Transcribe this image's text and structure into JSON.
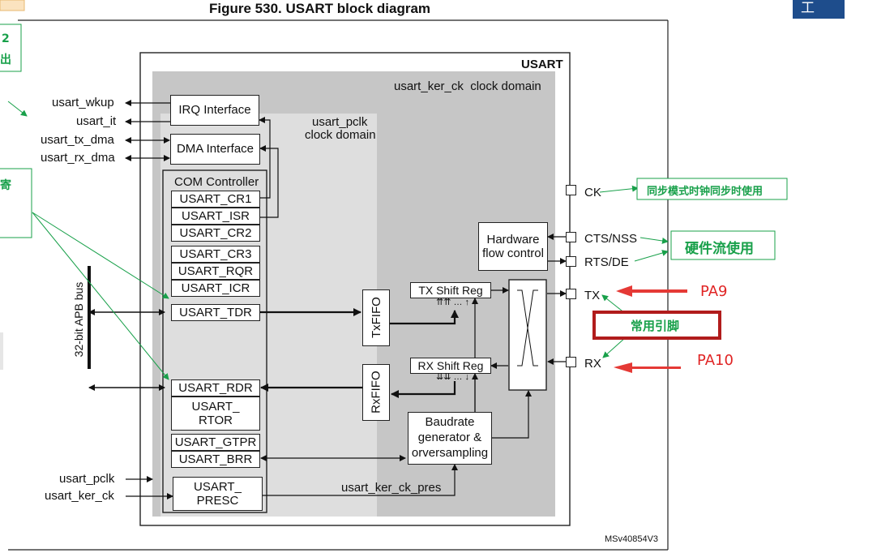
{
  "figure": {
    "title": "Figure 530. USART block diagram",
    "block_title": "USART",
    "ker_domain": "usart_ker_ck  clock domain",
    "pclk_domain_1": "usart_pclk",
    "pclk_domain_2": "clock domain",
    "ref_code": "MSv40854V3",
    "bus_label": "32-bit APB bus"
  },
  "signals": {
    "wkup": "usart_wkup",
    "it": "usart_it",
    "tx_dma": "usart_tx_dma",
    "rx_dma": "usart_rx_dma",
    "pclk": "usart_pclk",
    "ker_ck": "usart_ker_ck",
    "ker_ck_pres": "usart_ker_ck_pres"
  },
  "blocks": {
    "irq": "IRQ Interface",
    "dma": "DMA Interface",
    "com": "COM Controller",
    "cr1": "USART_CR1",
    "isr": "USART_ISR",
    "cr2": "USART_CR2",
    "cr3": "USART_CR3",
    "rqr": "USART_RQR",
    "icr": "USART_ICR",
    "tdr": "USART_TDR",
    "rdr": "USART_RDR",
    "rtor_1": "USART_",
    "rtor_2": "RTOR",
    "gtpr": "USART_GTPR",
    "brr": "USART_BRR",
    "presc_1": "USART_",
    "presc_2": "PRESC",
    "txfifo": "TxFIFO",
    "rxfifo": "RxFIFO",
    "tx_shift": "TX Shift Reg",
    "rx_shift": "RX Shift Reg",
    "hw_flow_1": "Hardware",
    "hw_flow_2": "flow control",
    "baud_1": "Baudrate",
    "baud_2": "generator &",
    "baud_3": "orversampling",
    "bits_tx": "⇈⇈ … ↑",
    "bits_rx": "⇊⇊ … ↓"
  },
  "pins": {
    "ck": "CK",
    "cts": "CTS/NSS",
    "rts": "RTS/DE",
    "tx": "TX",
    "rx": "RX"
  },
  "annotations": {
    "sync_clock": "同步模式时钟同步时使用",
    "hw_flow": "硬件流使用",
    "common_pins": "常用引脚",
    "pa9": "PA9",
    "pa10": "PA10",
    "left_top_1": "2",
    "left_top_2": "出",
    "left_mid": "寄",
    "top_right": "工"
  },
  "colors": {
    "outer_gray": "#c6c6c6",
    "inner_gray": "#dedede",
    "annotation_green": "#18a04a",
    "pa_red": "#e02424",
    "highlight_box": "#b11c1c",
    "top_right_button": "#1e4d8c"
  }
}
